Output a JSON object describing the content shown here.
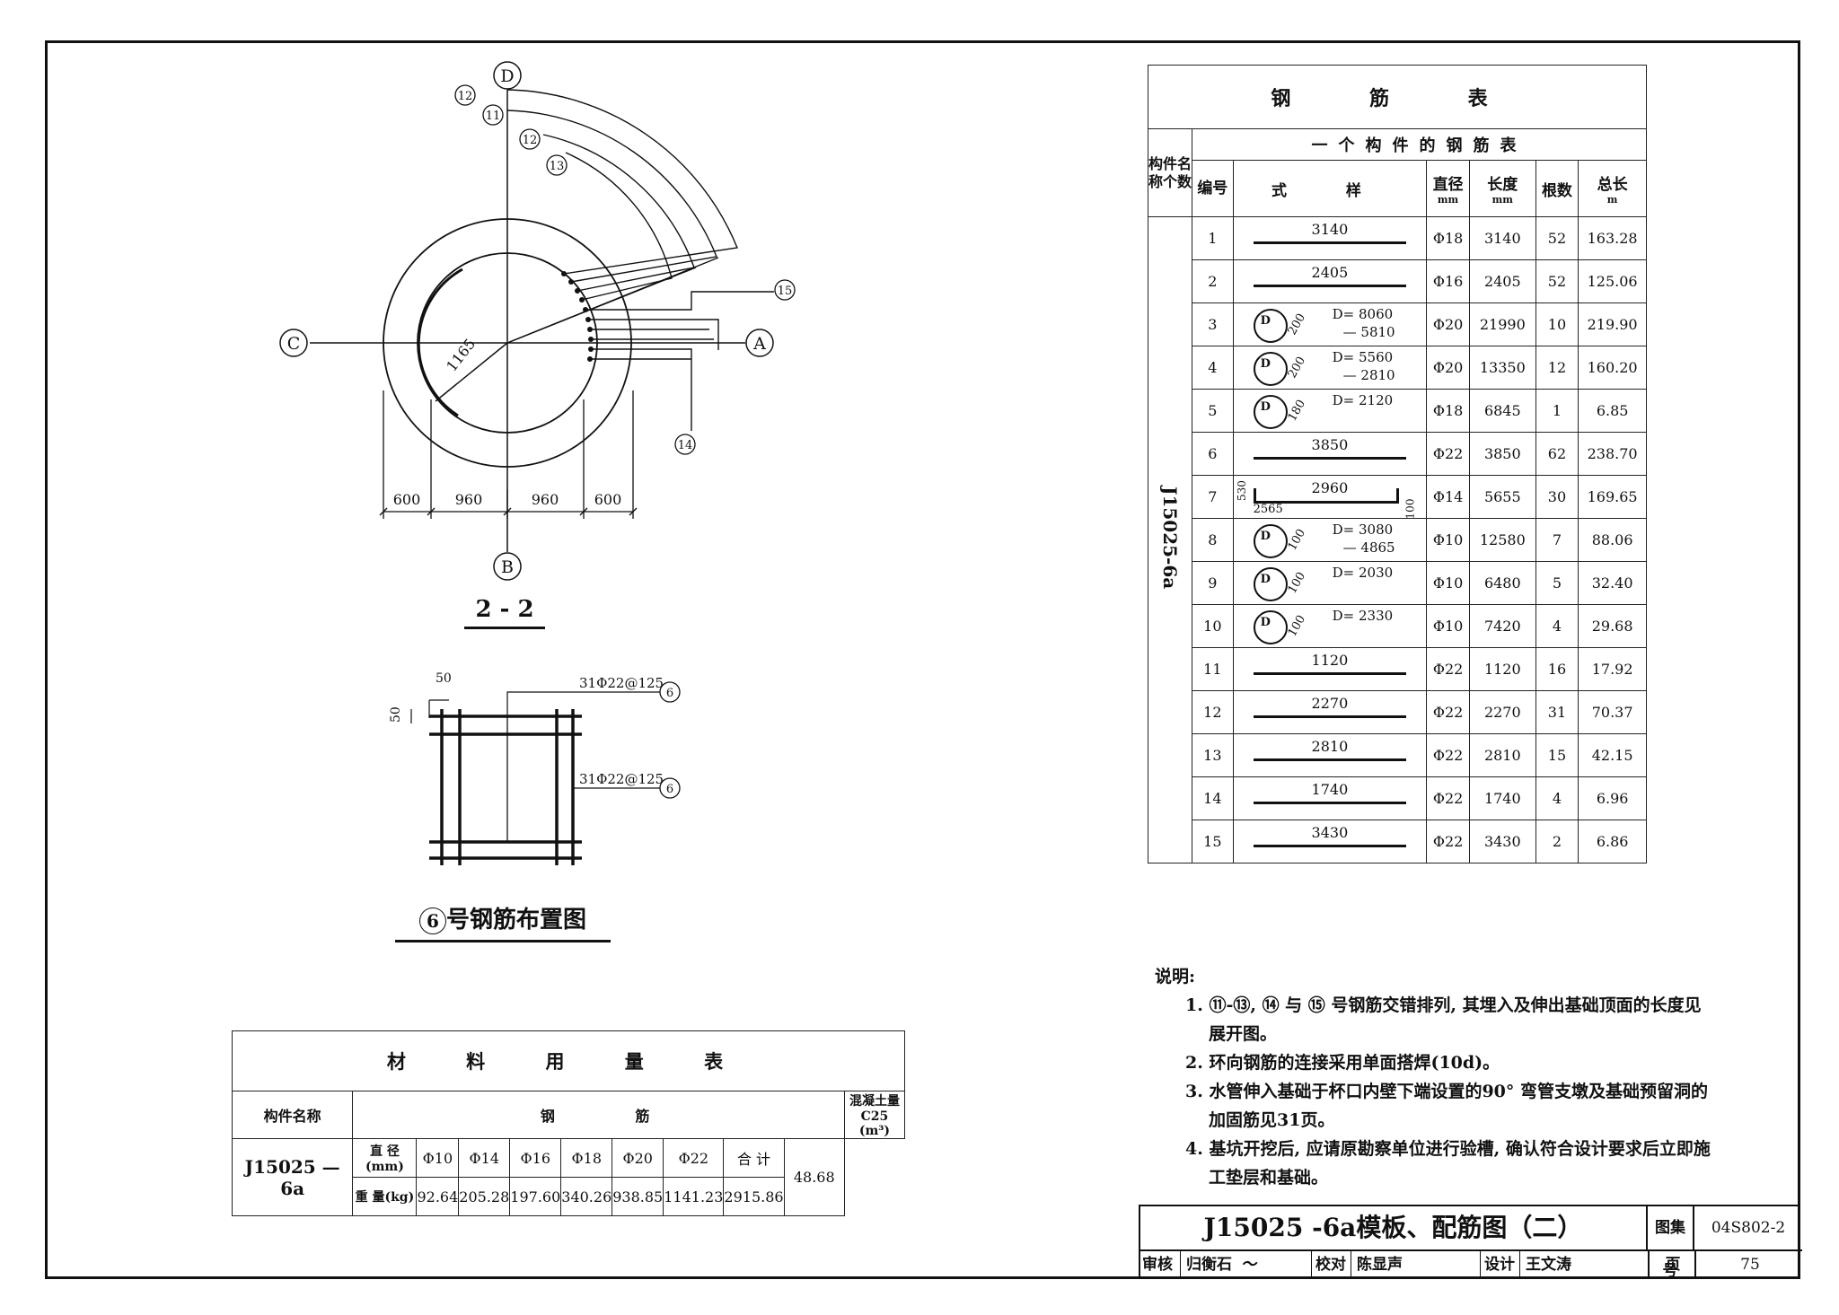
{
  "section_view": {
    "axis_labels": {
      "top": "D",
      "bottom": "B",
      "left": "C",
      "right": "A"
    },
    "rebar_callouts": [
      "12",
      "11",
      "12",
      "13",
      "15",
      "14"
    ],
    "radius_label": "1165",
    "dimensions": [
      "600",
      "960",
      "960",
      "600"
    ],
    "caption": "2 - 2"
  },
  "rebar6_layout": {
    "dim_top": "50",
    "dim_left": "50",
    "callout_upper": "31Φ22@125",
    "callout_lower": "31Φ22@125",
    "callout_id": "6",
    "caption_number": "6",
    "caption_text": "号钢筋布置图"
  },
  "rebar_table": {
    "title": "钢 筋 表",
    "subtitle": "一个构件的钢筋表",
    "headers": {
      "member": "构件名称个数",
      "no": "编号",
      "shape": "式  样",
      "dia": "直径",
      "dia_unit": "mm",
      "len": "长度",
      "len_unit": "mm",
      "count": "根数",
      "total": "总长",
      "total_unit": "m"
    },
    "member_name": "J15025-6a",
    "rows": [
      {
        "no": "1",
        "kind": "bar",
        "shape": "3140",
        "dia": "Φ18",
        "len": "3140",
        "count": "52",
        "total": "163.28"
      },
      {
        "no": "2",
        "kind": "bar",
        "shape": "2405",
        "dia": "Φ16",
        "len": "2405",
        "count": "52",
        "total": "125.06"
      },
      {
        "no": "3",
        "kind": "ring",
        "lap": "200",
        "d1": "D= 8060",
        "d2": "— 5810",
        "dia": "Φ20",
        "len": "21990",
        "count": "10",
        "total": "219.90"
      },
      {
        "no": "4",
        "kind": "ring",
        "lap": "200",
        "d1": "D= 5560",
        "d2": "— 2810",
        "dia": "Φ20",
        "len": "13350",
        "count": "12",
        "total": "160.20"
      },
      {
        "no": "5",
        "kind": "ring",
        "lap": "180",
        "d1": "D= 2120",
        "d2": "",
        "dia": "Φ18",
        "len": "6845",
        "count": "1",
        "total": "6.85"
      },
      {
        "no": "6",
        "kind": "bar",
        "shape": "3850",
        "dia": "Φ22",
        "len": "3850",
        "count": "62",
        "total": "238.70"
      },
      {
        "no": "7",
        "kind": "bent",
        "shape": "2960",
        "left": "530",
        "bottom": "2565",
        "right": "100",
        "dia": "Φ14",
        "len": "5655",
        "count": "30",
        "total": "169.65"
      },
      {
        "no": "8",
        "kind": "ring",
        "lap": "100",
        "d1": "D= 3080",
        "d2": "— 4865",
        "dia": "Φ10",
        "len": "12580",
        "count": "7",
        "total": "88.06"
      },
      {
        "no": "9",
        "kind": "ring",
        "lap": "100",
        "d1": "D= 2030",
        "d2": "",
        "dia": "Φ10",
        "len": "6480",
        "count": "5",
        "total": "32.40"
      },
      {
        "no": "10",
        "kind": "ring",
        "lap": "100",
        "d1": "D= 2330",
        "d2": "",
        "dia": "Φ10",
        "len": "7420",
        "count": "4",
        "total": "29.68"
      },
      {
        "no": "11",
        "kind": "bar",
        "shape": "1120",
        "dia": "Φ22",
        "len": "1120",
        "count": "16",
        "total": "17.92"
      },
      {
        "no": "12",
        "kind": "bar",
        "shape": "2270",
        "dia": "Φ22",
        "len": "2270",
        "count": "31",
        "total": "70.37"
      },
      {
        "no": "13",
        "kind": "bar",
        "shape": "2810",
        "dia": "Φ22",
        "len": "2810",
        "count": "15",
        "total": "42.15"
      },
      {
        "no": "14",
        "kind": "bar",
        "shape": "1740",
        "dia": "Φ22",
        "len": "1740",
        "count": "4",
        "total": "6.96"
      },
      {
        "no": "15",
        "kind": "bar",
        "shape": "3430",
        "dia": "Φ22",
        "len": "3430",
        "count": "2",
        "total": "6.86"
      }
    ]
  },
  "material_table": {
    "title": "材 料 用 量 表",
    "col_member": "构件名称",
    "col_steel": "钢      筋",
    "col_concrete": "混凝土量",
    "col_concrete_sub": "C25 (m³)",
    "member": "J15025 — 6a",
    "row1_label": "直 径(mm)",
    "row2_label": "重 量(kg)",
    "diameters": [
      "Φ10",
      "Φ14",
      "Φ16",
      "Φ18",
      "Φ20",
      "Φ22",
      "合 计"
    ],
    "weights": [
      "92.64",
      "205.28",
      "197.60",
      "340.26",
      "938.85",
      "1141.23",
      "2915.86"
    ],
    "concrete": "48.68"
  },
  "notes": {
    "heading": "说明:",
    "items": [
      "1. ⑪-⑬, ⑭ 与 ⑮ 号钢筋交错排列, 其埋入及伸出基础顶面的长度见展开图。",
      "2. 环向钢筋的连接采用单面搭焊(10d)。",
      "3. 水管伸入基础于杯口内壁下端设置的90° 弯管支墩及基础预留洞的加固筋见31页。",
      "4. 基坑开挖后, 应请原勘察单位进行验槽, 确认符合设计要求后立即施工垫层和基础。"
    ]
  },
  "title_block": {
    "drawing_title": "J15025 -6a模板、配筋图（二）",
    "atlas_label": "图集号",
    "atlas_no": "04S802-2",
    "review_label": "审核",
    "reviewer": "归衡石",
    "check_label": "校对",
    "checker": "陈显声",
    "design_label": "设计",
    "designer": "王文涛",
    "page_label": "页",
    "page_no": "75"
  }
}
